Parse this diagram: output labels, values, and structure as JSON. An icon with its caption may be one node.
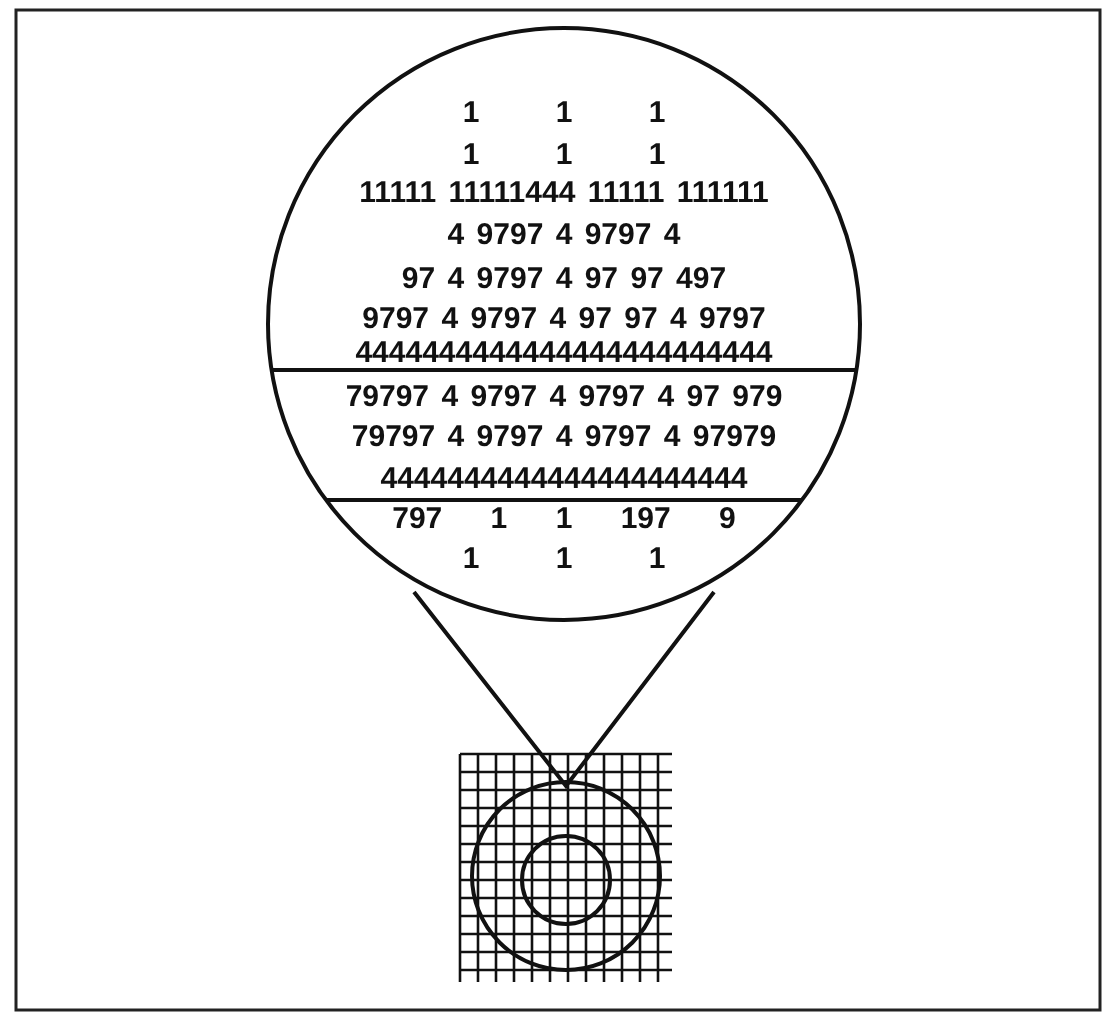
{
  "diagram": {
    "labels": [
      "1 1 1",
      "1 1 1",
      "11111 11111444 11111 111111",
      "4 9797 4 9797 4",
      "97 4 9797 4 97 97 497",
      "9797 4 9797 4 97 97 4 9797",
      "4444444444444444444444444",
      "79797 4 9797 4 9797 4 97 979",
      "79797 4 9797 4 9797 4 97979",
      "4444444444444444444444",
      "797 1 1 197 9",
      "1 1 1"
    ]
  }
}
